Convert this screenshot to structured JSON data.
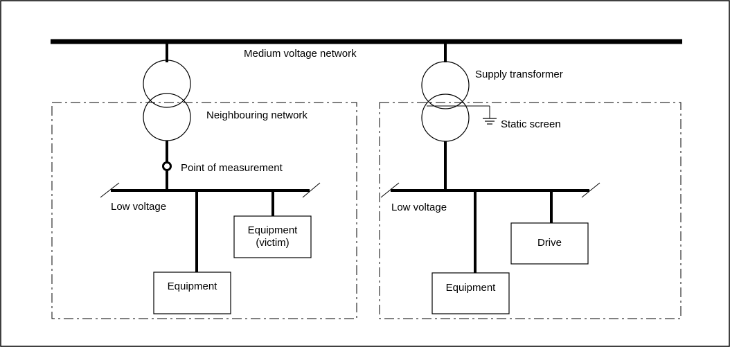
{
  "diagram": {
    "labels": {
      "medium_voltage_network": "Medium voltage network",
      "supply_transformer": "Supply transformer",
      "neighbouring_network": "Neighbouring network",
      "static_screen": "Static screen",
      "point_of_measurement": "Point of measurement",
      "low_voltage_left": "Low voltage",
      "low_voltage_right": "Low voltage"
    },
    "boxes": {
      "equipment_victim_line1": "Equipment",
      "equipment_victim_line2": "(victim)",
      "equipment_left": "Equipment",
      "drive": "Drive",
      "equipment_right": "Equipment"
    }
  }
}
